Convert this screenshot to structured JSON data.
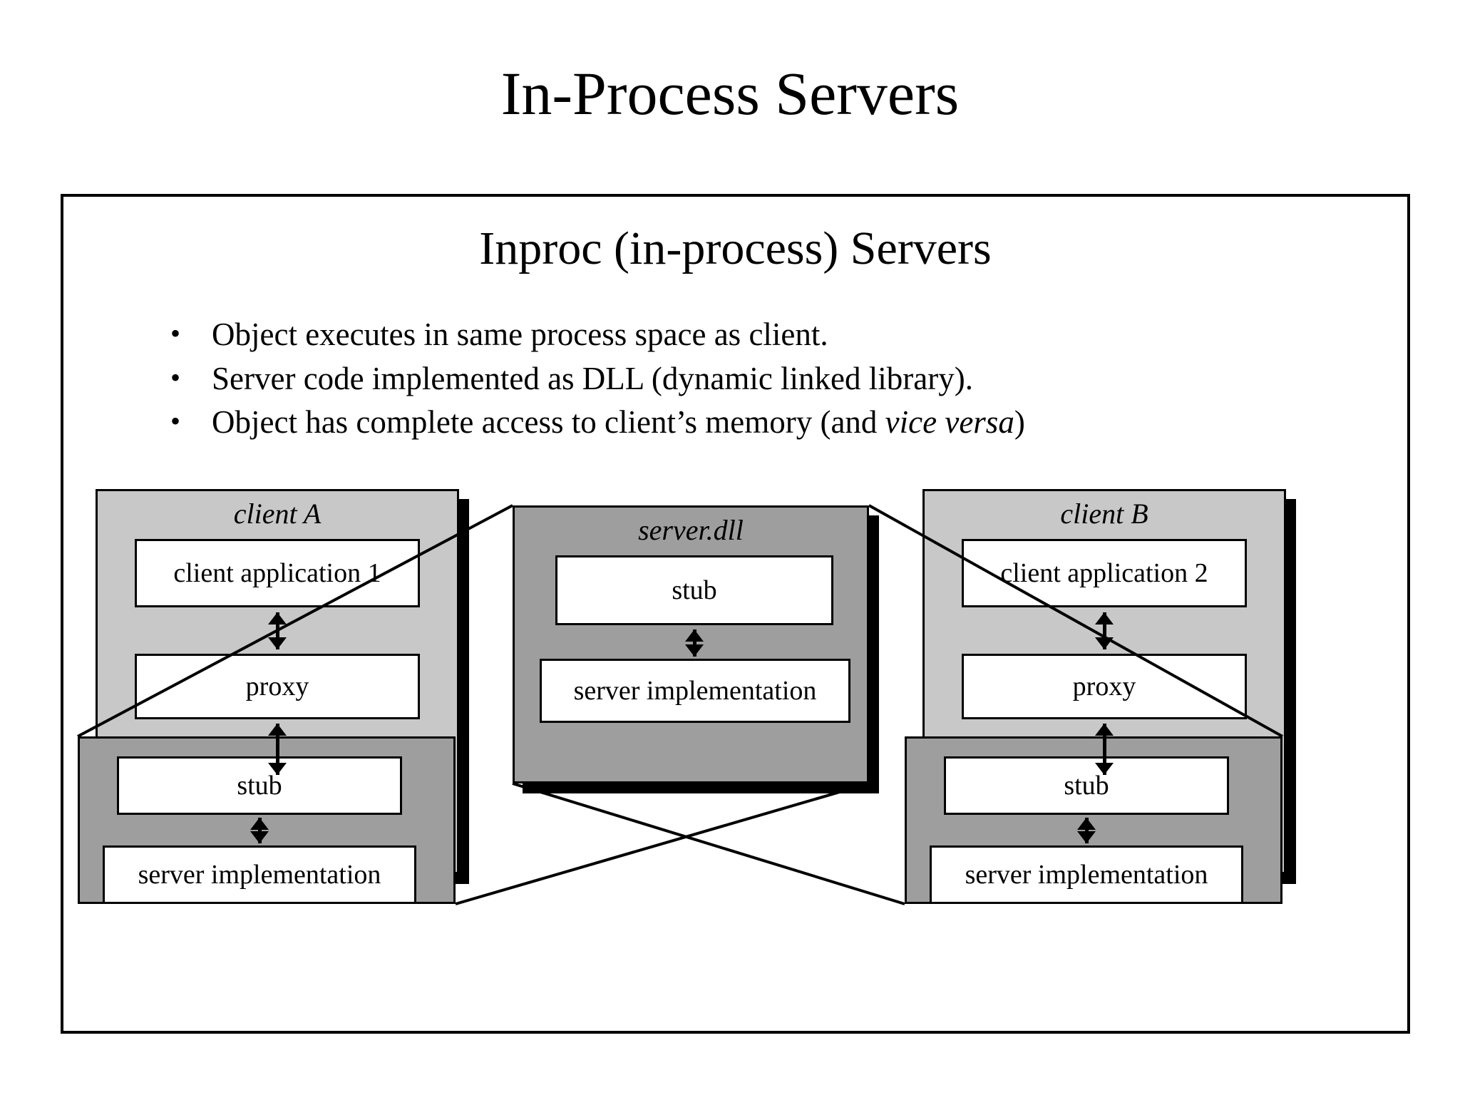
{
  "slide": {
    "title": "In-Process Servers"
  },
  "content": {
    "heading": "Inproc (in-process) Servers",
    "bullets": [
      {
        "marker": "•",
        "text_before": "Object executes in same process space as client.",
        "italic": "",
        "text_after": ""
      },
      {
        "marker": "•",
        "text_before": "Server code implemented as DLL (dynamic linked library).",
        "italic": "",
        "text_after": ""
      },
      {
        "marker": "•",
        "text_before": "Object has complete access to client’s memory (and ",
        "italic": "vice versa",
        "text_after": ")"
      }
    ]
  },
  "diagram": {
    "client_a": {
      "title": "client A",
      "boxes": [
        "client application 1",
        "proxy"
      ],
      "inner_boxes": [
        "stub",
        "server implementation"
      ]
    },
    "server_dll": {
      "title": "server.dll",
      "boxes": [
        "stub",
        "server implementation"
      ]
    },
    "client_b": {
      "title": "client B",
      "boxes": [
        "client application 2",
        "proxy"
      ],
      "inner_boxes": [
        "stub",
        "server implementation"
      ]
    }
  },
  "colors": {
    "panel_light_gray": "#c8c8c8",
    "panel_dark_gray": "#9e9e9e",
    "box_white": "#ffffff",
    "stroke": "#000000",
    "page_background": "#ffffff"
  }
}
